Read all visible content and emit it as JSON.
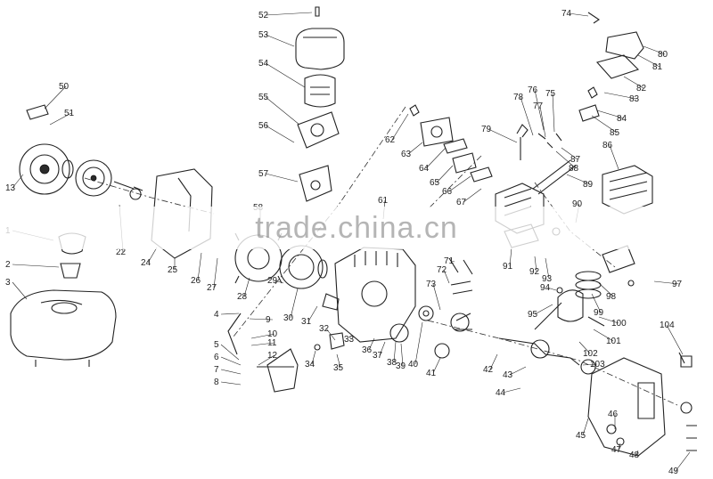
{
  "diagram": {
    "labels": [
      "1",
      "2",
      "3",
      "4",
      "5",
      "6",
      "7",
      "8",
      "9",
      "10",
      "11",
      "12",
      "13",
      "22",
      "24",
      "25",
      "26",
      "27",
      "28",
      "29",
      "30",
      "31",
      "32",
      "33",
      "34",
      "35",
      "36",
      "37",
      "38",
      "39",
      "40",
      "41",
      "42",
      "43",
      "44",
      "45",
      "46",
      "47",
      "48",
      "49",
      "50",
      "51",
      "52",
      "53",
      "54",
      "55",
      "56",
      "57",
      "58",
      "61",
      "62",
      "63",
      "64",
      "65",
      "66",
      "67",
      "71",
      "72",
      "73",
      "74",
      "75",
      "76",
      "77",
      "78",
      "79",
      "80",
      "81",
      "82",
      "83",
      "84",
      "85",
      "86",
      "87",
      "88",
      "89",
      "90",
      "91",
      "92",
      "93",
      "94",
      "95",
      "97",
      "98",
      "99",
      "100",
      "101",
      "102",
      "103",
      "104"
    ]
  },
  "watermark": "trade.china.cn",
  "colors": {
    "line": "#222222",
    "background": "#ffffff"
  }
}
